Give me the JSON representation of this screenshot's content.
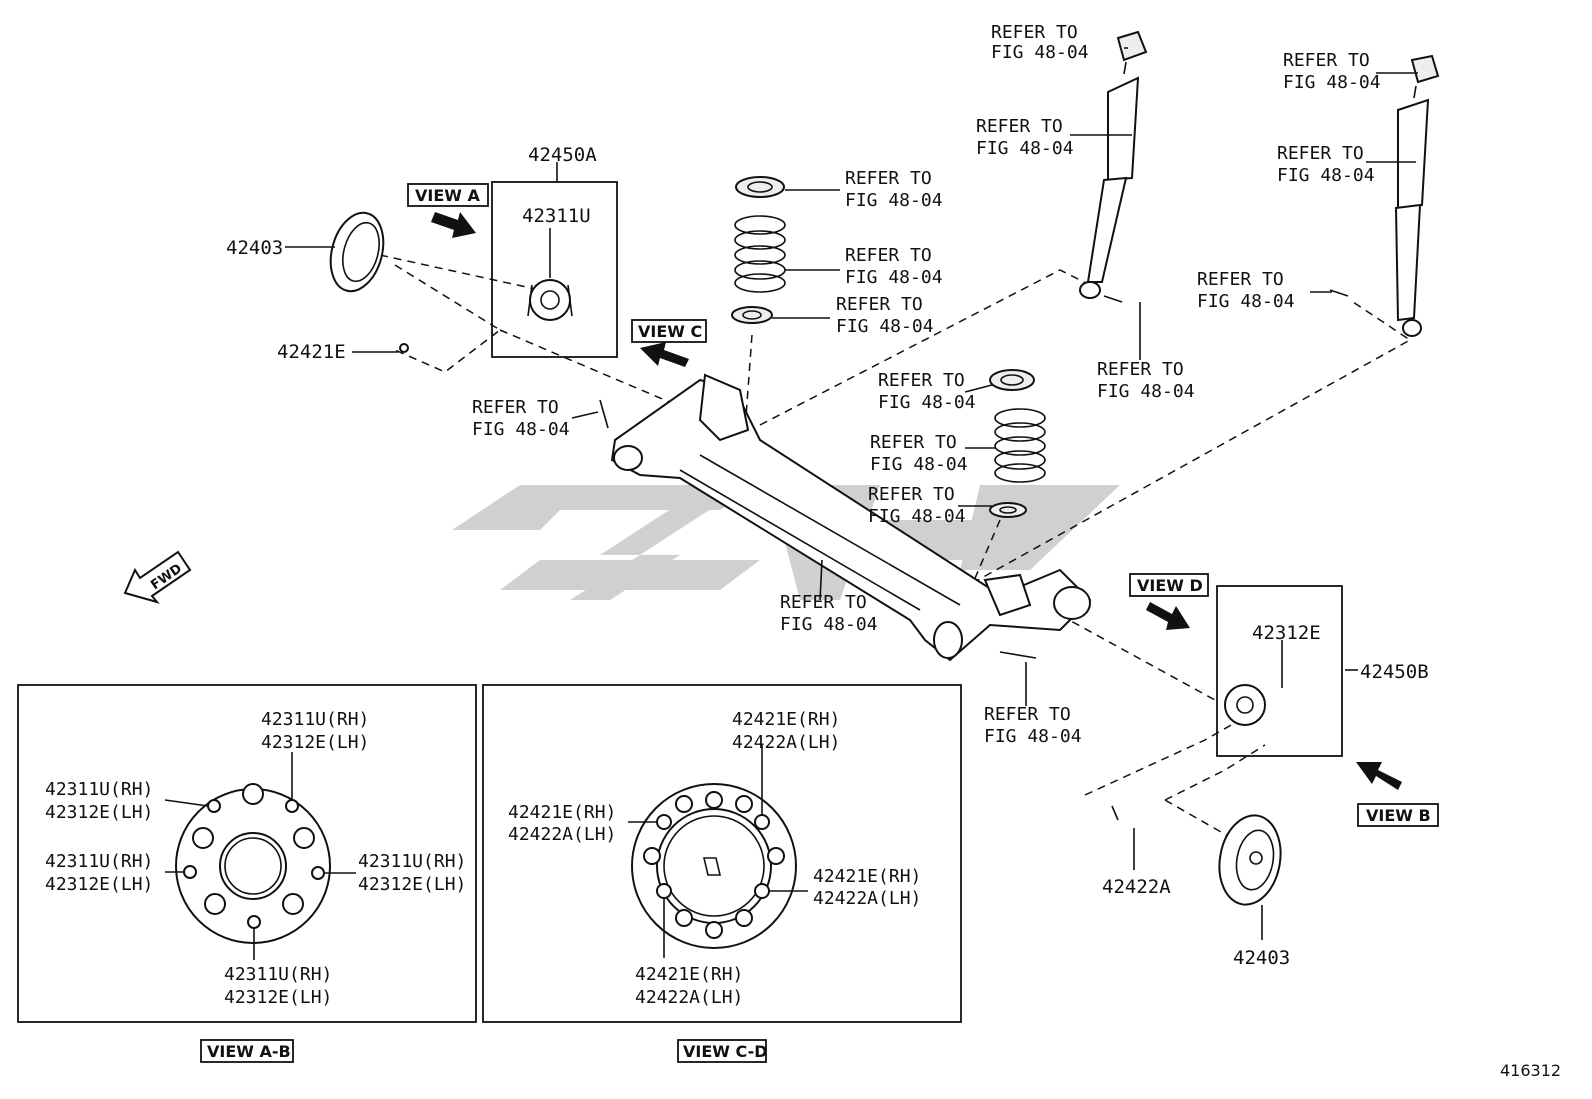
{
  "part_labels": {
    "p42450a": "42450A",
    "p42311u": "42311U",
    "p42403_l": "42403",
    "p42421e": "42421E",
    "p42312e": "42312E",
    "p42450b": "42450B",
    "p42422a": "42422A",
    "p42403_r": "42403"
  },
  "view_tags": {
    "view_a": "VIEW A",
    "view_b": "VIEW B",
    "view_c": "VIEW C",
    "view_d": "VIEW D",
    "view_ab": "VIEW A-B",
    "view_cd": "VIEW C-D"
  },
  "refer": {
    "line1": "REFER TO",
    "line2": "FIG 48-04"
  },
  "fwd": "FWD",
  "detail_ab": {
    "top": [
      "42311U(RH)",
      "42312E(LH)"
    ],
    "left_upper": [
      "42311U(RH)",
      "42312E(LH)"
    ],
    "left_lower": [
      "42311U(RH)",
      "42312E(LH)"
    ],
    "right": [
      "42311U(RH)",
      "42312E(LH)"
    ],
    "bottom": [
      "42311U(RH)",
      "42312E(LH)"
    ]
  },
  "detail_cd": {
    "top": [
      "42421E(RH)",
      "42422A(LH)"
    ],
    "left": [
      "42421E(RH)",
      "42422A(LH)"
    ],
    "right": [
      "42421E(RH)",
      "42422A(LH)"
    ],
    "bottom": [
      "42421E(RH)",
      "42422A(LH)"
    ]
  },
  "illustration_number": "416312",
  "colors": {
    "line": "#111111",
    "background": "#ffffff",
    "watermark": "#c8c8c8"
  }
}
